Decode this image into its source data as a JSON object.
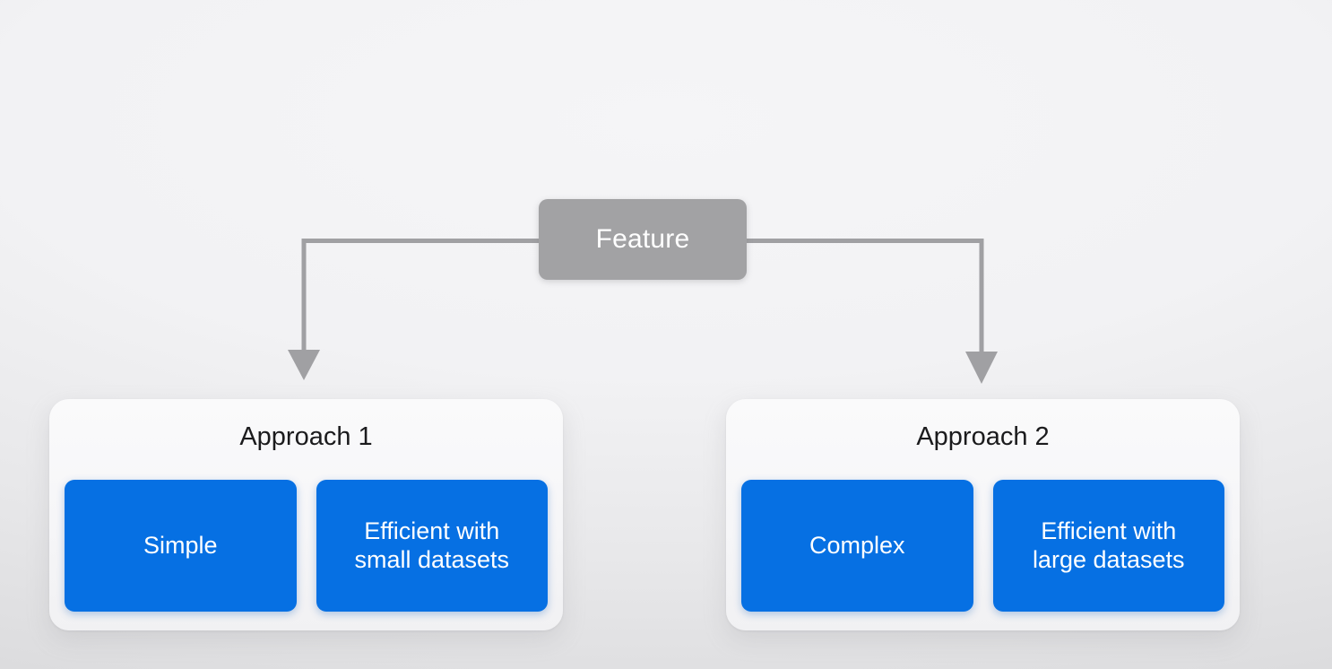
{
  "diagram": {
    "background_color": "#f2f2f4",
    "root": {
      "label": "Feature",
      "color": "#a2a2a4",
      "text_color": "#ffffff"
    },
    "connector_color": "#a0a0a3",
    "branches": [
      {
        "title": "Approach 1",
        "chips": [
          {
            "line1": "Simple",
            "line2": "",
            "color": "#0670e3"
          },
          {
            "line1": "Efficient with",
            "line2": "small datasets",
            "color": "#0670e3"
          }
        ]
      },
      {
        "title": "Approach 2",
        "chips": [
          {
            "line1": "Complex",
            "line2": "",
            "color": "#0670e3"
          },
          {
            "line1": "Efficient with",
            "line2": "large datasets",
            "color": "#0670e3"
          }
        ]
      }
    ]
  }
}
